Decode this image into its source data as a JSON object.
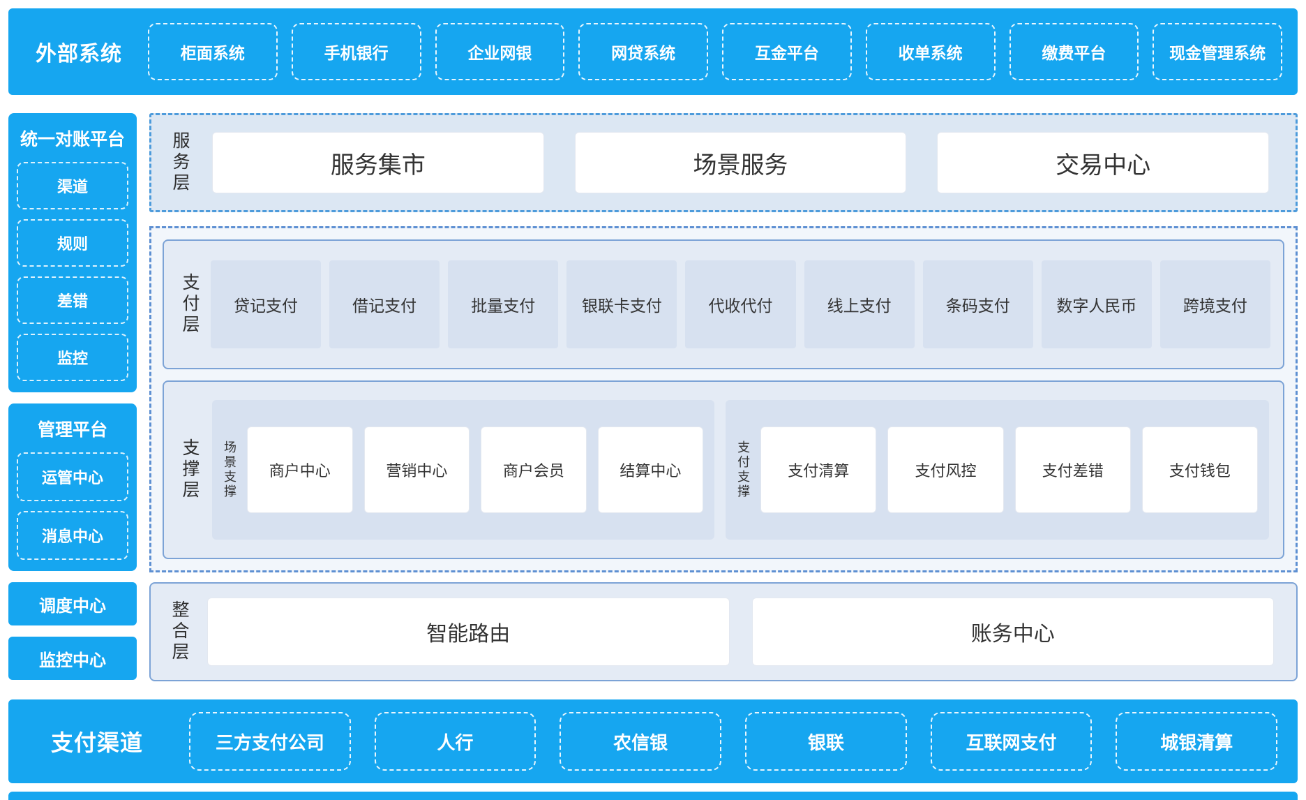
{
  "colors": {
    "accent": "#16A6F0",
    "panel_bg": "#E4EBF5",
    "box_bg": "#D7E1F0",
    "panel_border": "#7CA3D6",
    "dashed_border": "#5E90D2",
    "text": "#333333"
  },
  "external_systems": {
    "label": "外部系统",
    "items": [
      "柜面系统",
      "手机银行",
      "企业网银",
      "网贷系统",
      "互金平台",
      "收单系统",
      "缴费平台",
      "现金管理系统"
    ]
  },
  "sidebar": {
    "reconciliation": {
      "title": "统一对账平台",
      "items": [
        "渠道",
        "规则",
        "差错",
        "监控"
      ]
    },
    "management": {
      "title": "管理平台",
      "items": [
        "运管中心",
        "消息中心"
      ]
    },
    "standalone": [
      "调度中心",
      "监控中心"
    ]
  },
  "service_layer": {
    "label": "服务层",
    "items": [
      "服务集市",
      "场景服务",
      "交易中心"
    ]
  },
  "payment_layer": {
    "label": "支付层",
    "items": [
      "贷记支付",
      "借记支付",
      "批量支付",
      "银联卡支付",
      "代收代付",
      "线上支付",
      "条码支付",
      "数字人民币",
      "跨境支付"
    ]
  },
  "support_layer": {
    "label": "支撑层",
    "groups": [
      {
        "label": "场景支撑",
        "items": [
          "商户中心",
          "营销中心",
          "商户会员",
          "结算中心"
        ]
      },
      {
        "label": "支付支撑",
        "items": [
          "支付清算",
          "支付风控",
          "支付差错",
          "支付钱包"
        ]
      }
    ]
  },
  "integration_layer": {
    "label": "整合层",
    "items": [
      "智能路由",
      "账务中心"
    ]
  },
  "payment_channels": {
    "label": "支付渠道",
    "items": [
      "三方支付公司",
      "人行",
      "农信银",
      "银联",
      "互联网支付",
      "城银清算"
    ]
  }
}
